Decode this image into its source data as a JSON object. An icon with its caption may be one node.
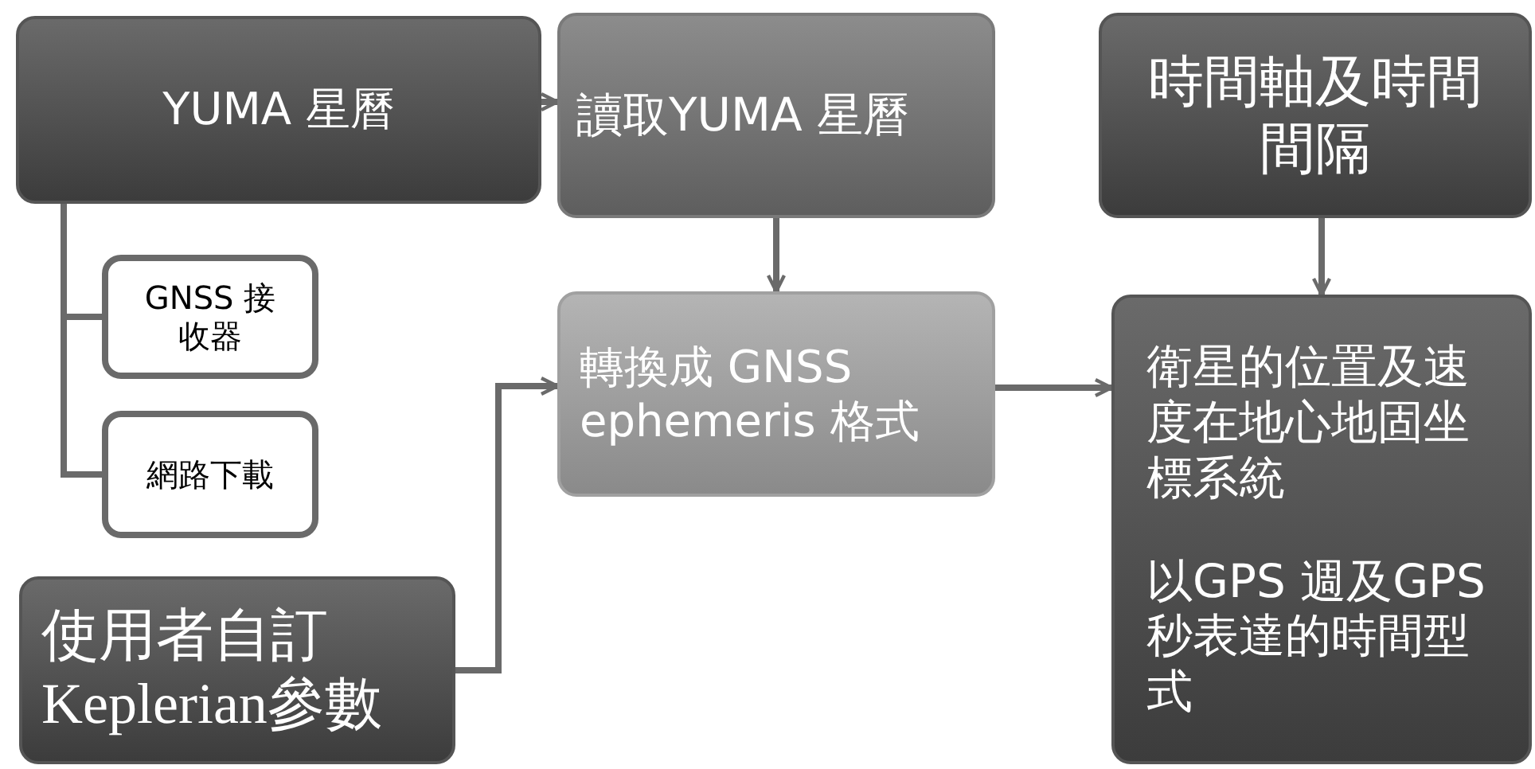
{
  "diagram": {
    "nodes": [
      {
        "text": [
          "YUMA 星曆"
        ]
      },
      {
        "text": [
          "GNSS 接收器"
        ]
      },
      {
        "text": [
          "網路下載"
        ]
      },
      {
        "text": [
          "使用者自訂 Keplerian參數"
        ]
      },
      {
        "text": [
          "讀取YUMA 星曆"
        ]
      },
      {
        "text": [
          "轉換成 GNSS ephemeris 格式"
        ]
      },
      {
        "text": [
          "時間軸及時間間隔"
        ]
      },
      {
        "text": [
          "衛星的位置及速度在地心地固坐標系統",
          "以GPS 週及GPS 秒表達的時間型式"
        ]
      }
    ],
    "edges": [
      {
        "from": 0,
        "to": 4,
        "arrow": "to"
      },
      {
        "from": 0,
        "to": 1,
        "arrow": "none"
      },
      {
        "from": 0,
        "to": 2,
        "arrow": "none"
      },
      {
        "from": 4,
        "to": 5,
        "arrow": "to"
      },
      {
        "from": 3,
        "to": 5,
        "arrow": "to"
      },
      {
        "from": 5,
        "to": 7,
        "arrow": "to"
      },
      {
        "from": 6,
        "to": 7,
        "arrow": "to"
      }
    ]
  }
}
